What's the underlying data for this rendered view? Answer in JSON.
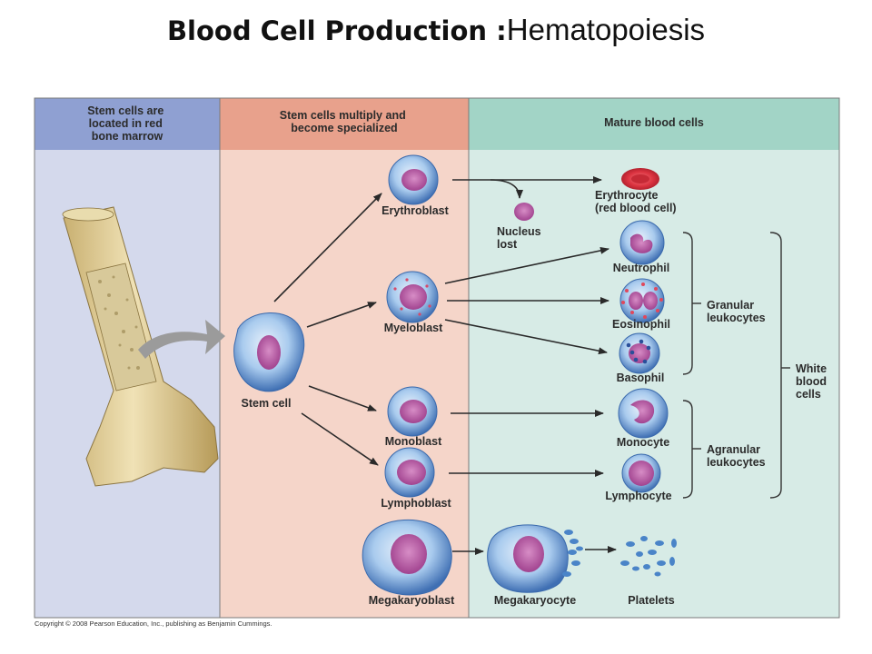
{
  "title": {
    "bold": "Blood Cell Production :",
    "plain": "Hematopoiesis"
  },
  "panels": {
    "bone_marrow": {
      "header": [
        "Stem cells are",
        "located in red",
        "bone marrow"
      ]
    },
    "specialization": {
      "header": [
        "Stem cells multiply and",
        "become specialized"
      ]
    },
    "mature": {
      "header": "Mature blood cells"
    }
  },
  "cells": {
    "stem": "Stem cell",
    "erythroblast": "Erythroblast",
    "myeloblast": "Myeloblast",
    "monoblast": "Monoblast",
    "lymphoblast": "Lymphoblast",
    "megakaryoblast": "Megakaryoblast",
    "megakaryocyte": "Megakaryocyte",
    "platelets": "Platelets",
    "nucleus_lost": [
      "Nucleus",
      "lost"
    ],
    "erythrocyte": [
      "Erythrocyte",
      "(red blood cell)"
    ],
    "neutrophil": "Neutrophil",
    "eosinophil": "Eosinophil",
    "basophil": "Basophil",
    "monocyte": "Monocyte",
    "lymphocyte": "Lymphocyte"
  },
  "groups": {
    "granular": [
      "Granular",
      "leukocytes"
    ],
    "agranular": [
      "Agranular",
      "leukocytes"
    ],
    "white": [
      "White",
      "blood",
      "cells"
    ]
  },
  "copyright": "Copyright © 2008 Pearson Education, Inc., publishing as Benjamin Cummings.",
  "colors": {
    "panel1_bg": "#d4d9ec",
    "panel1_header": "#8fa0d2",
    "panel2_bg": "#f5d5c9",
    "panel2_header": "#e8a18c",
    "panel3_bg": "#d7ebe6",
    "panel3_header": "#a2d4c6",
    "cell_blue": "#9fc5ee",
    "nucleus": "#b04f9a",
    "rbc": "#d9323f"
  }
}
